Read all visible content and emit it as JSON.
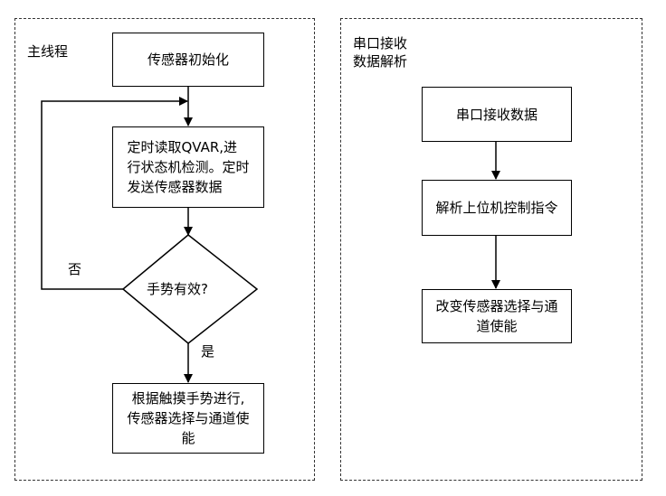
{
  "main_panel": {
    "title": "主线程",
    "nodes": {
      "init": "传感器初始化",
      "read": "定时读取QVAR,进\n行状态机检测。定时\n发送传感器数据",
      "decision": "手势有效?",
      "action": "根据触摸手势进行,\n传感器选择与通道使\n能"
    },
    "edge_labels": {
      "no": "否",
      "yes": "是"
    }
  },
  "serial_panel": {
    "title": "串口接收\n数据解析",
    "nodes": {
      "receive": "串口接收数据",
      "parse": "解析上位机控制指令",
      "change": "改变传感器选择与通\n道使能"
    }
  }
}
